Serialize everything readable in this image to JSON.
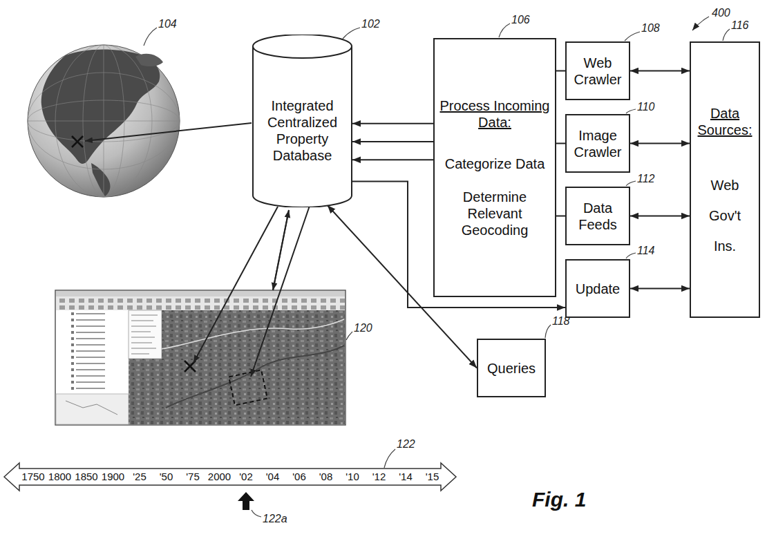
{
  "diagram": {
    "caption": "Fig. 1",
    "nodes": [
      {
        "text": [
          "Integrated Centralized Property Database"
        ]
      },
      {
        "text": [
          "Process Incoming Data:",
          "Categorize Data",
          "Determine Relevant Geocoding"
        ]
      },
      {
        "text": [
          "Web Crawler"
        ]
      },
      {
        "text": [
          "Image Crawler"
        ]
      },
      {
        "text": [
          "Data Feeds"
        ]
      },
      {
        "text": [
          "Update"
        ]
      },
      {
        "text": [
          "Data Sources:",
          "Web",
          "Gov't",
          "Ins."
        ]
      },
      {
        "text": [
          "Queries"
        ]
      }
    ],
    "edges": [
      {
        "from": 1,
        "to": 0,
        "arrow": "to"
      },
      {
        "from": 1,
        "to": 0,
        "arrow": "to"
      },
      {
        "from": 1,
        "to": 0,
        "arrow": "to"
      },
      {
        "from": 0,
        "to": 5,
        "arrow": "to"
      },
      {
        "from": 2,
        "to": 1,
        "arrow": "none"
      },
      {
        "from": 3,
        "to": 1,
        "arrow": "none"
      },
      {
        "from": 4,
        "to": 1,
        "arrow": "none"
      },
      {
        "from": 2,
        "to": 6,
        "arrow": "both"
      },
      {
        "from": 3,
        "to": 6,
        "arrow": "both"
      },
      {
        "from": 4,
        "to": 6,
        "arrow": "both"
      },
      {
        "from": 5,
        "to": 6,
        "arrow": "both"
      },
      {
        "from": 0,
        "to": 7,
        "arrow": "both"
      }
    ],
    "labels": [
      "400",
      "104",
      "102",
      "106",
      "108",
      "110",
      "112",
      "114",
      "116",
      "120",
      "118",
      "122",
      "1750",
      "1800",
      "1850",
      "1900",
      "'25",
      "'50",
      "'75",
      "2000",
      "'02",
      "'04",
      "'06",
      "'08",
      "'10",
      "'12",
      "'14",
      "'15",
      "122a"
    ]
  }
}
